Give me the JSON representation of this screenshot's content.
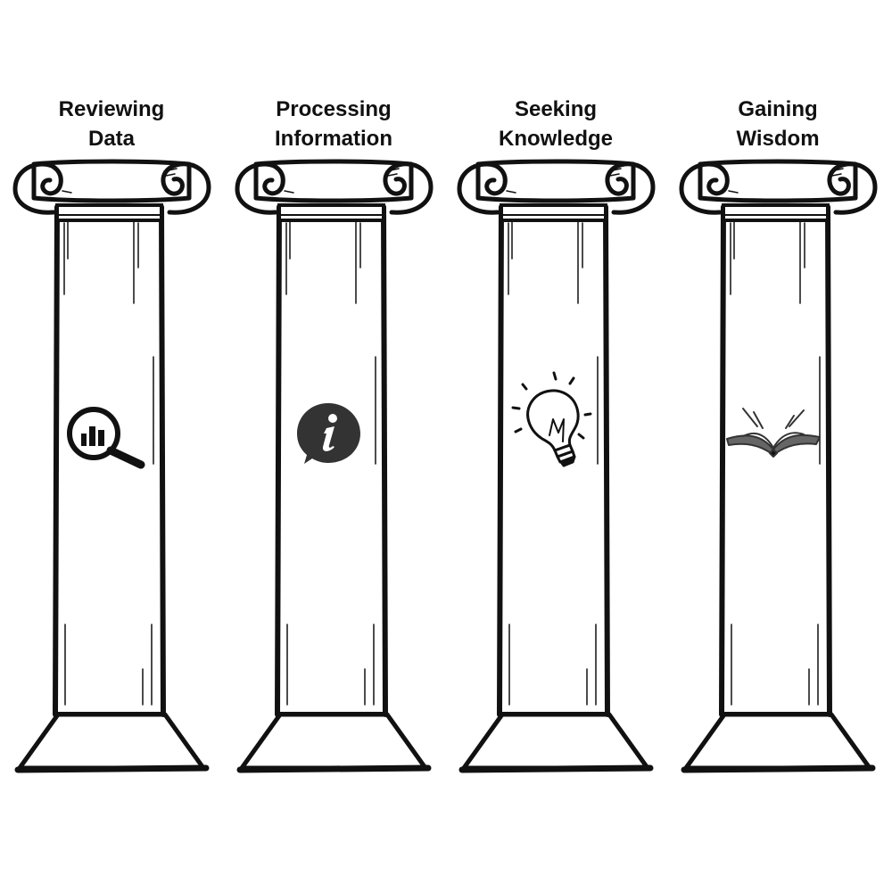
{
  "pillars": [
    {
      "title_line1": "Reviewing",
      "title_line2": "Data",
      "icon": "magnifier-chart-icon"
    },
    {
      "title_line1": "Processing",
      "title_line2": "Information",
      "icon": "info-bubble-icon"
    },
    {
      "title_line1": "Seeking",
      "title_line2": "Knowledge",
      "icon": "lightbulb-icon"
    },
    {
      "title_line1": "Gaining",
      "title_line2": "Wisdom",
      "icon": "open-book-icon"
    }
  ],
  "colors": {
    "ink": "#111111",
    "fill": "#ffffff",
    "icon_dark": "#333333"
  }
}
